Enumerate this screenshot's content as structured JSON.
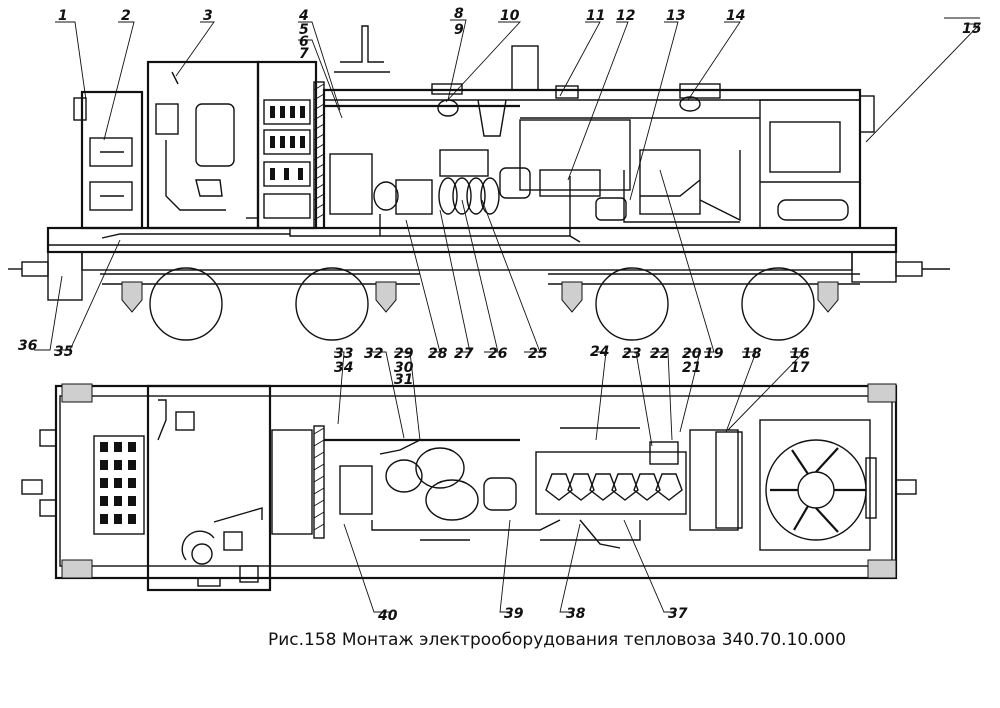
{
  "caption": "Рис.158 Монтаж электрооборудования тепловоза 340.70.10.000",
  "callouts": {
    "top": [
      "1",
      "2",
      "3",
      "4",
      "5",
      "6",
      "7",
      "8",
      "9",
      "10",
      "11",
      "12",
      "13",
      "14",
      "15"
    ],
    "middle": [
      "36",
      "35",
      "33",
      "34",
      "32",
      "29",
      "30",
      "31",
      "28",
      "27",
      "26",
      "25",
      "24",
      "23",
      "22",
      "20",
      "21",
      "19",
      "18",
      "16",
      "17"
    ],
    "bottom": [
      "40",
      "39",
      "38",
      "37"
    ]
  }
}
